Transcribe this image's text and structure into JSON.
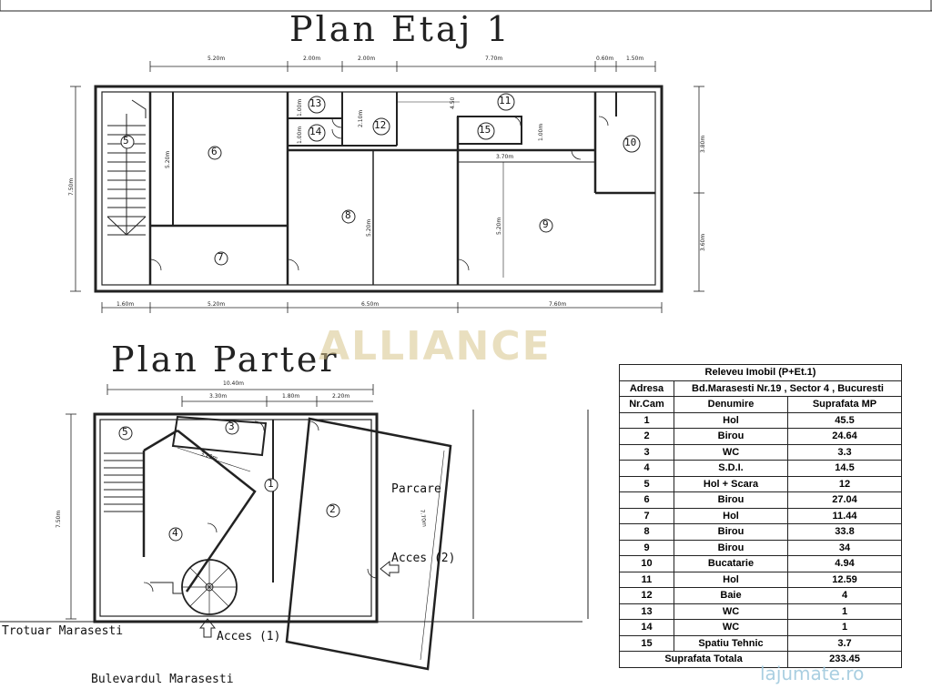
{
  "titles": {
    "etaj": "Plan Etaj 1",
    "parter": "Plan Parter"
  },
  "watermark": "ALLIANCE",
  "etaj": {
    "top_dims": [
      "5.20m",
      "2.00m",
      "2.00m",
      "7.70m",
      "0.60m",
      "1.50m"
    ],
    "bottom_dims": [
      "1.60m",
      "5.20m",
      "6.50m",
      "7.60m"
    ],
    "left_dim": "7.50m",
    "right_dims": [
      "3.80m",
      "3.60m"
    ],
    "inner_dims": [
      "5.20m",
      "5.20m",
      "5.20m",
      "1.00m",
      "1.00m",
      "2.10m",
      "4.50",
      "1.00m",
      "3.70m"
    ],
    "rooms": [
      "5",
      "6",
      "7",
      "8",
      "9",
      "10",
      "11",
      "12",
      "13",
      "14",
      "15"
    ]
  },
  "parter": {
    "top_dims": [
      "10.40m",
      "3.30m",
      "1.80m",
      "2.20m"
    ],
    "left_dim": "7.50m",
    "inner_dims": [
      "3.20m",
      "7.70m"
    ],
    "rooms": [
      "5",
      "3",
      "1",
      "2",
      "4"
    ],
    "labels": {
      "parcare": "Parcare",
      "acces2": "Acces (2)",
      "acces1": "Acces (1)",
      "trotuar": "Trotuar Marasesti",
      "bulevard": "Bulevardul Marasesti"
    }
  },
  "table": {
    "title": "Releveu Imobil (P+Et.1)",
    "adresa_label": "Adresa",
    "adresa_value": "Bd.Marasesti Nr.19 , Sector 4 , Bucuresti",
    "headers": [
      "Nr.Cam",
      "Denumire",
      "Suprafata MP"
    ],
    "rows": [
      [
        "1",
        "Hol",
        "45.5"
      ],
      [
        "2",
        "Birou",
        "24.64"
      ],
      [
        "3",
        "WC",
        "3.3"
      ],
      [
        "4",
        "S.D.I.",
        "14.5"
      ],
      [
        "5",
        "Hol + Scara",
        "12"
      ],
      [
        "6",
        "Birou",
        "27.04"
      ],
      [
        "7",
        "Hol",
        "11.44"
      ],
      [
        "8",
        "Birou",
        "33.8"
      ],
      [
        "9",
        "Birou",
        "34"
      ],
      [
        "10",
        "Bucatarie",
        "4.94"
      ],
      [
        "11",
        "Hol",
        "12.59"
      ],
      [
        "12",
        "Baie",
        "4"
      ],
      [
        "13",
        "WC",
        "1"
      ],
      [
        "14",
        "WC",
        "1"
      ],
      [
        "15",
        "Spatiu Tehnic",
        "3.7"
      ]
    ],
    "total_label": "Suprafata Totala",
    "total_value": "233.45"
  },
  "site_watermark": "lajumate.ro"
}
